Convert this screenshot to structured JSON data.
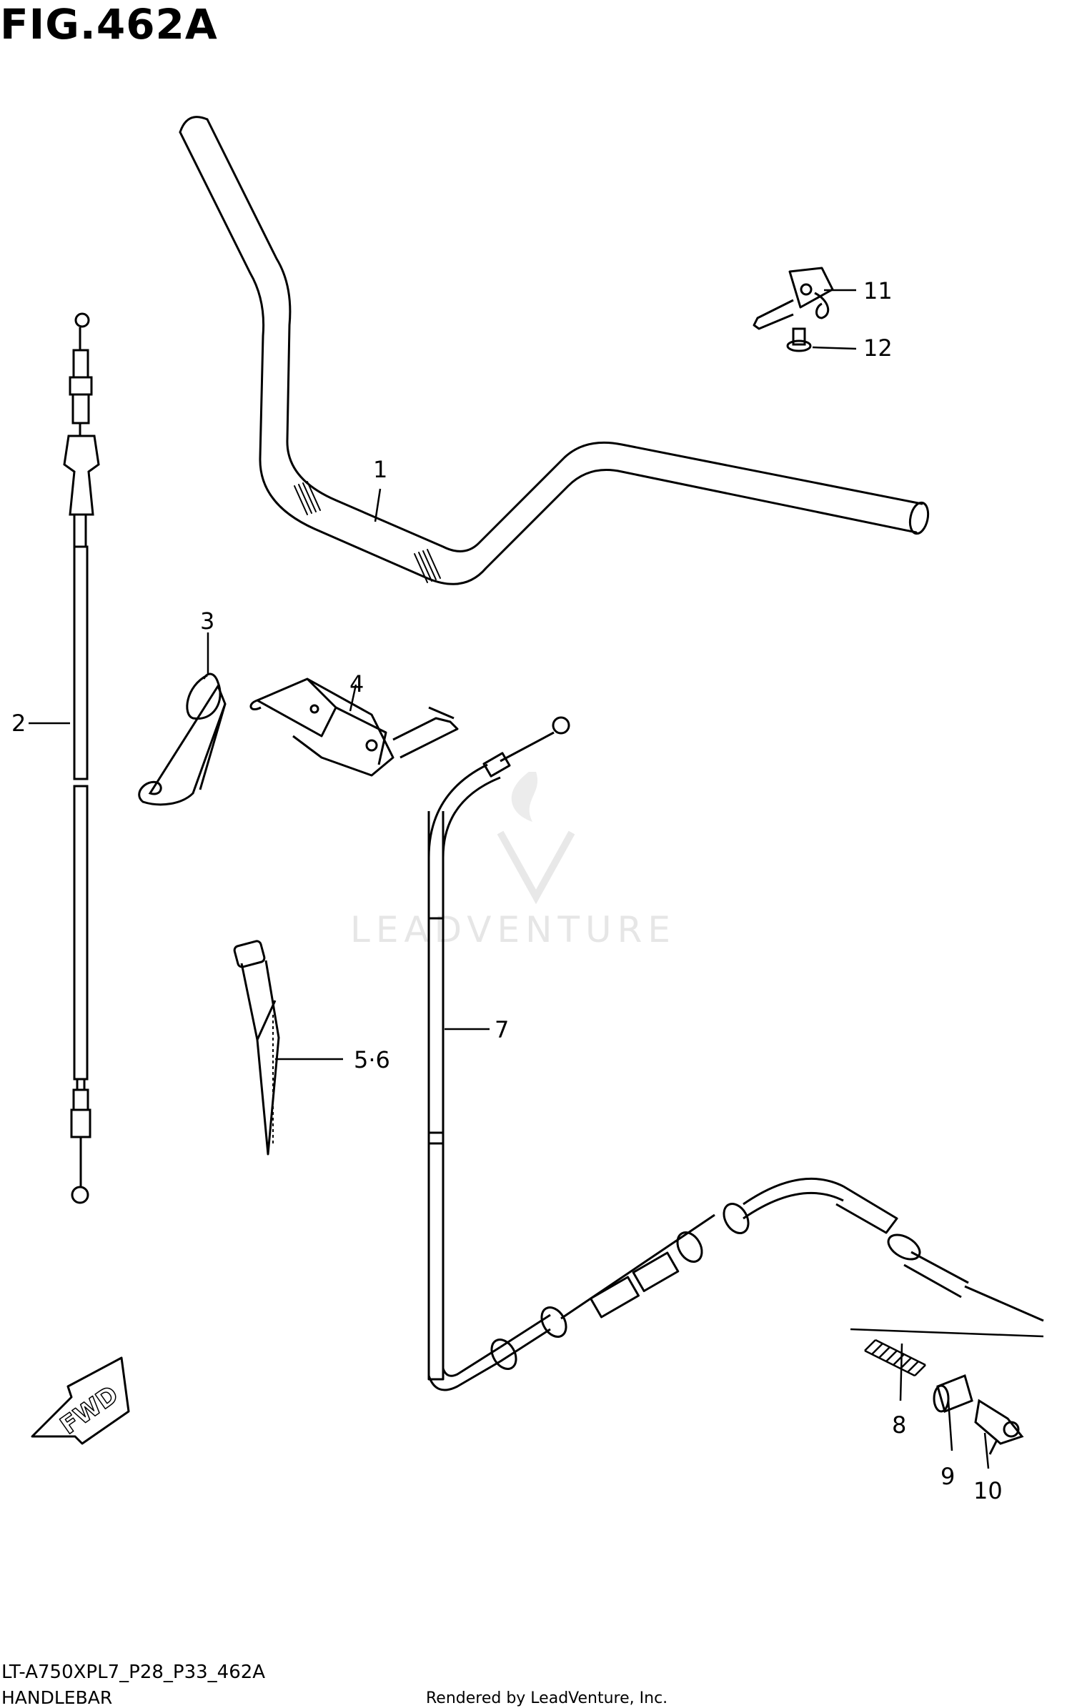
{
  "figure": {
    "title": "FIG.462A",
    "code": "LT-A750XPL7_P28_P33_462A",
    "name": "HANDLEBAR",
    "rendered_by": "Rendered by LeadVenture, Inc.",
    "watermark": "LEADVENTURE",
    "fwd_label": "FWD"
  },
  "callouts": [
    {
      "id": "1",
      "label": "1"
    },
    {
      "id": "2",
      "label": "2"
    },
    {
      "id": "3",
      "label": "3"
    },
    {
      "id": "4",
      "label": "4"
    },
    {
      "id": "5-6",
      "label": "5·6"
    },
    {
      "id": "7",
      "label": "7"
    },
    {
      "id": "8",
      "label": "8"
    },
    {
      "id": "9",
      "label": "9"
    },
    {
      "id": "10",
      "label": "10"
    },
    {
      "id": "11",
      "label": "11"
    },
    {
      "id": "12",
      "label": "12"
    }
  ],
  "colors": {
    "line": "#000000",
    "background": "#ffffff",
    "watermark": "#e6e6e6"
  }
}
